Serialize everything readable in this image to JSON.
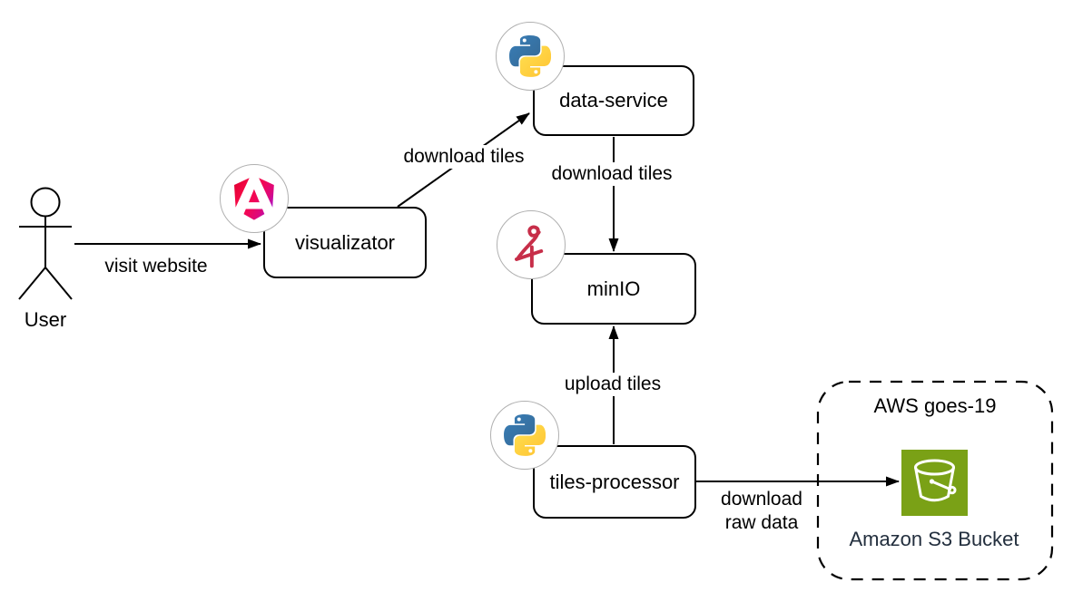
{
  "diagram": {
    "actor": {
      "label": "User"
    },
    "nodes": {
      "visualizator": {
        "label": "visualizator"
      },
      "data_service": {
        "label": "data-service"
      },
      "minio": {
        "label": "minIO"
      },
      "tiles_processor": {
        "label": "tiles-processor"
      }
    },
    "edges": {
      "visit_website": {
        "label": "visit website"
      },
      "download_tiles_web": {
        "label": "download tiles"
      },
      "download_tiles_storage": {
        "label": "download tiles"
      },
      "upload_tiles": {
        "label": "upload tiles"
      },
      "download_raw_data": {
        "label_line1": "download",
        "label_line2": "raw data"
      }
    },
    "aws_group": {
      "label": "AWS goes-19",
      "s3_label": "Amazon S3 Bucket"
    },
    "icons": {
      "visualizator": "angular-icon",
      "data_service": "python-icon",
      "minio": "minio-flamingo-icon",
      "tiles_processor": "python-icon",
      "s3": "s3-bucket-icon"
    },
    "colors": {
      "line": "#000000",
      "background": "#FFFFFF",
      "angular_gradient": [
        "#E40035",
        "#F60A48",
        "#F20755",
        "#DC087D",
        "#9717E7"
      ],
      "python_blue": "#387EB8",
      "python_blue_dark": "#366994",
      "python_yellow": "#FFE052",
      "python_yellow_dark": "#FFC331",
      "minio_red": "#C72E49",
      "s3_green": "#7AA116",
      "s3_text": "#232F3E"
    }
  }
}
